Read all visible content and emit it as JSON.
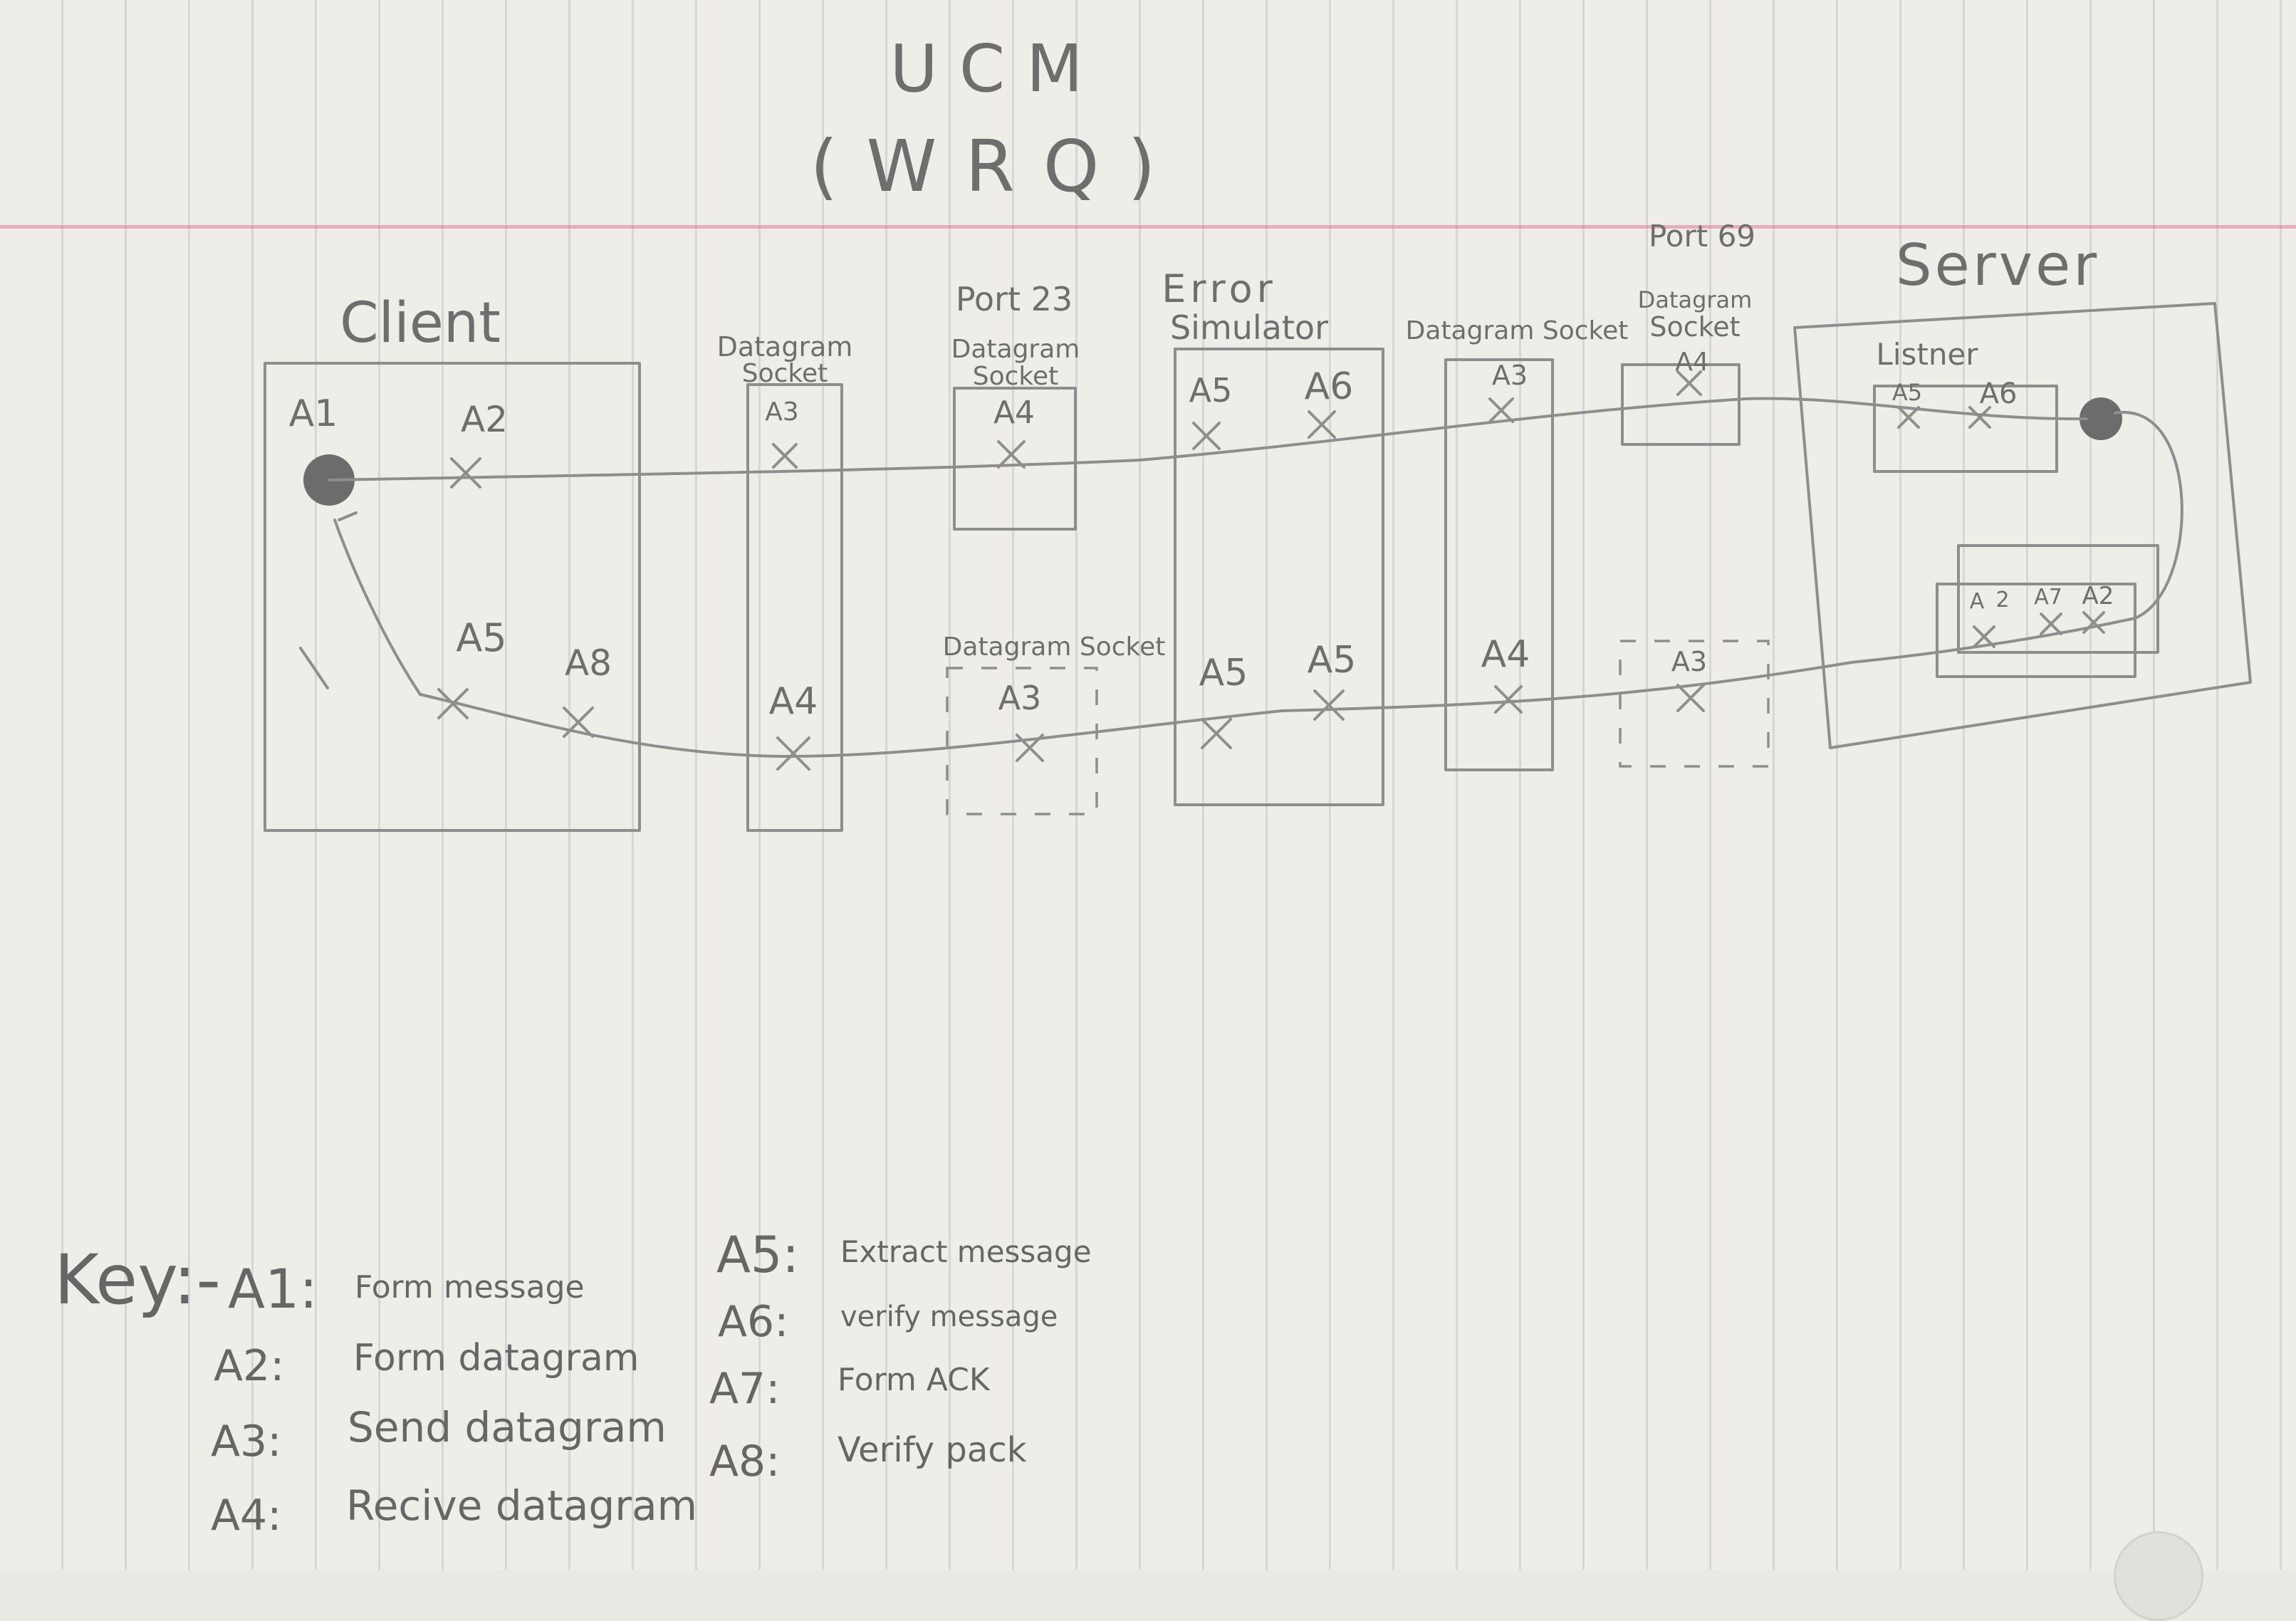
{
  "diagram": {
    "title": "UCM",
    "subtitle": "(WRQ)",
    "components": {
      "client": {
        "label": "Client"
      },
      "client_socket": {
        "label_line1": "Datagram",
        "label_line2": "Socket"
      },
      "port23": {
        "port": "Port 23",
        "label_line1": "Datagram",
        "label_line2": "Socket"
      },
      "port23_return": {
        "label": "Datagram Socket"
      },
      "error_sim": {
        "label_line1": "Error",
        "label_line2": "Simulator"
      },
      "err_socket": {
        "label": "Datagram Socket"
      },
      "port69": {
        "port": "Port 69",
        "label_line1": "Datagram",
        "label_line2": "Socket"
      },
      "server": {
        "label": "Server"
      },
      "listener": {
        "label": "Listner"
      }
    },
    "markers": {
      "a1": "A1",
      "client_a2": "A2",
      "client_a5": "A5",
      "client_a8": "A8",
      "cs_a3": "A3",
      "cs_a4": "A4",
      "p23_a4": "A4",
      "p23r_a3": "A3",
      "es_a5": "A5",
      "es_a6": "A6",
      "es_b_a5": "A5",
      "es_b_a5b": "A5",
      "ds_a3": "A3",
      "ds_a4": "A4",
      "p69_a4": "A4",
      "p69r_a3": "A3",
      "l_a5": "A5",
      "l_a6": "A6",
      "w_a2": "A",
      "w_2": "2",
      "w_a7": "A7",
      "w_a2b": "A2"
    },
    "key": {
      "heading": "Key:-",
      "entries": [
        {
          "code": "A1:",
          "text": "Form message"
        },
        {
          "code": "A2:",
          "text": "Form datagram"
        },
        {
          "code": "A3:",
          "text": "Send datagram"
        },
        {
          "code": "A4:",
          "text": "Recive datagram"
        },
        {
          "code": "A5:",
          "text": "Extract message"
        },
        {
          "code": "A6:",
          "text": "verify message"
        },
        {
          "code": "A7:",
          "text": "Form ACK"
        },
        {
          "code": "A8:",
          "text": "Verify pack"
        }
      ]
    }
  }
}
